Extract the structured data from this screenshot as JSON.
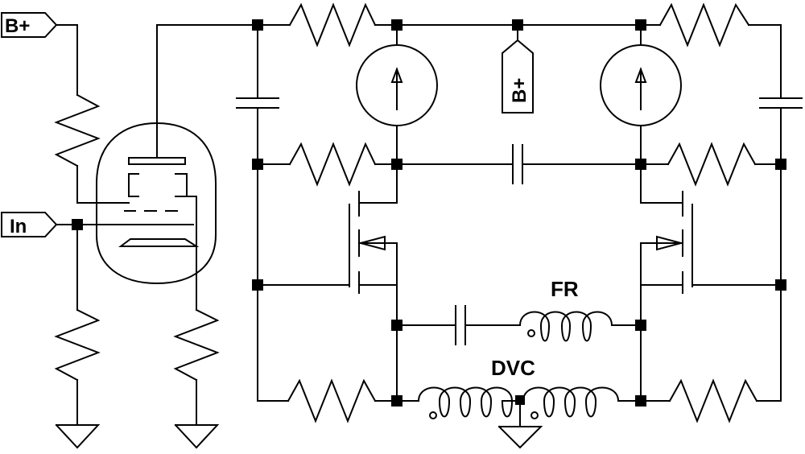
{
  "labels": {
    "b_plus_top": "B+",
    "b_plus_center": "B+",
    "input": "In",
    "fr": "FR",
    "dvc": "DVC"
  },
  "colors": {
    "ink": "#000000",
    "paper": "#ffffff"
  },
  "icons": {
    "tube": "triode-tube-icon",
    "current_source": "current-source-icon",
    "mosfet": "mosfet-icon",
    "inductor": "inductor-icon",
    "capacitor": "capacitor-icon",
    "resistor": "resistor-icon",
    "ground": "ground-icon"
  }
}
